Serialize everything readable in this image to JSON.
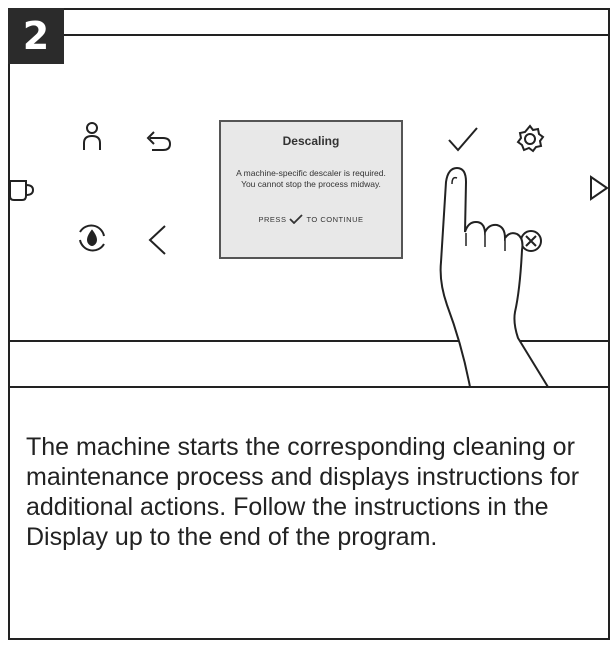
{
  "step": {
    "number": "2"
  },
  "display": {
    "title": "Descaling",
    "message": "A machine-specific descaler is required. You cannot stop the process midway.",
    "press_prefix": "PRESS",
    "press_suffix": "TO CONTINUE"
  },
  "caption": "The machine starts the corresponding cleaning or maintenance process and displays instructions for additional actions. Follow the instructions in the Display up to the end of the program.",
  "icons": [
    "person-icon",
    "back-icon",
    "cup-icon",
    "descale-icon",
    "chevron-left-icon",
    "checkmark-icon",
    "gear-icon",
    "cancel-icon",
    "play-icon"
  ]
}
